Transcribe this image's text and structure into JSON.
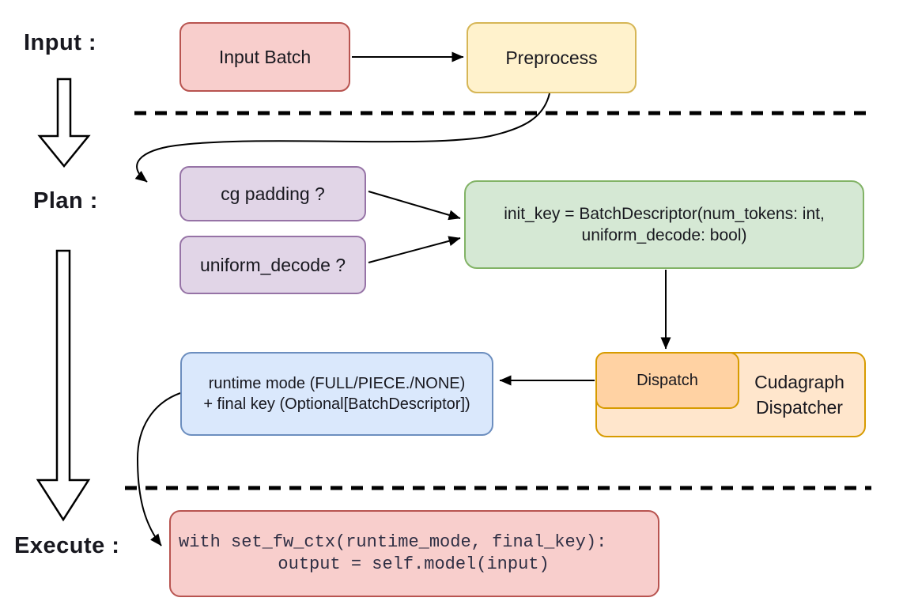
{
  "stage_labels": {
    "input": "Input :",
    "plan": "Plan :",
    "execute": "Execute :"
  },
  "nodes": {
    "input_batch": {
      "label": "Input Batch"
    },
    "preprocess": {
      "label": "Preprocess"
    },
    "cg_padding": {
      "label": "cg padding ?"
    },
    "uniform_decode": {
      "label": "uniform_decode ?"
    },
    "init_key": {
      "line1": "init_key = BatchDescriptor(num_tokens: int,",
      "line2": "uniform_decode: bool)"
    },
    "runtime_result": {
      "line1": "runtime mode (FULL/PIECE./NONE)",
      "line2": "+ final key (Optional[BatchDescriptor])"
    },
    "dispatch": {
      "label": "Dispatch"
    },
    "dispatcher": {
      "label": "Cudagraph Dispatcher"
    },
    "execute_code": {
      "line1": "with set_fw_ctx(runtime_mode, final_key):",
      "line2": "    output = self.model(input)"
    }
  },
  "colors": {
    "canvas_bg": "#ffffff",
    "line": "#000000",
    "text": "#18181f",
    "code_text": "#2f2f44",
    "red_fill": "#f8cecc",
    "red_stroke": "#b85450",
    "yellow_fill": "#fff2cc",
    "yellow_stroke": "#d6b656",
    "purple_fill": "#e1d5e7",
    "purple_stroke": "#9673a6",
    "green_fill": "#d5e8d4",
    "green_stroke": "#82b366",
    "blue_fill": "#dae8fc",
    "blue_stroke": "#6c8ebf",
    "orange_fill": "#ffe6cc",
    "orange_stroke": "#d79b00",
    "dispatch_fill": "#ffd2a3"
  }
}
